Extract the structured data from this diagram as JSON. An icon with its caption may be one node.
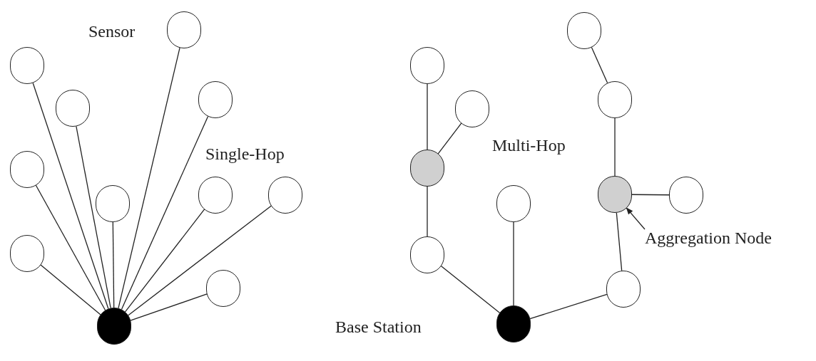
{
  "diagram": {
    "nodes": [
      {
        "text": [],
        "shape": "circle"
      },
      {
        "text": [],
        "shape": "circle"
      },
      {
        "text": [],
        "shape": "circle"
      },
      {
        "text": [],
        "shape": "circle"
      },
      {
        "text": [],
        "shape": "circle"
      },
      {
        "text": [],
        "shape": "circle"
      },
      {
        "text": [],
        "shape": "circle"
      },
      {
        "text": [],
        "shape": "circle"
      },
      {
        "text": [],
        "shape": "circle"
      },
      {
        "text": [],
        "shape": "circle"
      },
      {
        "text": [],
        "shape": "circle"
      },
      {
        "text": [],
        "shape": "circle"
      },
      {
        "text": [],
        "shape": "circle"
      },
      {
        "text": [],
        "shape": "circle"
      },
      {
        "text": [],
        "shape": "circle"
      },
      {
        "text": [],
        "shape": "circle"
      },
      {
        "text": [],
        "shape": "circle"
      },
      {
        "text": [],
        "shape": "circle"
      },
      {
        "text": [],
        "shape": "circle"
      },
      {
        "text": [],
        "shape": "circle"
      },
      {
        "text": [],
        "shape": "circle"
      },
      {
        "text": [],
        "shape": "circle"
      },
      {
        "text": [
          "Aggregation Node"
        ]
      }
    ],
    "edges": [
      {
        "from": 0,
        "to": 1,
        "arrow": "none"
      },
      {
        "from": 0,
        "to": 2,
        "arrow": "none"
      },
      {
        "from": 0,
        "to": 3,
        "arrow": "none"
      },
      {
        "from": 0,
        "to": 4,
        "arrow": "none"
      },
      {
        "from": 0,
        "to": 5,
        "arrow": "none"
      },
      {
        "from": 0,
        "to": 6,
        "arrow": "none"
      },
      {
        "from": 0,
        "to": 7,
        "arrow": "none"
      },
      {
        "from": 0,
        "to": 8,
        "arrow": "none"
      },
      {
        "from": 0,
        "to": 9,
        "arrow": "none"
      },
      {
        "from": 0,
        "to": 10,
        "arrow": "none"
      },
      {
        "from": 12,
        "to": 15,
        "arrow": "none"
      },
      {
        "from": 13,
        "to": 15,
        "arrow": "none"
      },
      {
        "from": 15,
        "to": 19,
        "arrow": "none"
      },
      {
        "from": 19,
        "to": 21,
        "arrow": "none"
      },
      {
        "from": 16,
        "to": 21,
        "arrow": "none"
      },
      {
        "from": 21,
        "to": 20,
        "arrow": "none"
      },
      {
        "from": 20,
        "to": 17,
        "arrow": "none"
      },
      {
        "from": 17,
        "to": 18,
        "arrow": "none"
      },
      {
        "from": 17,
        "to": 14,
        "arrow": "none"
      },
      {
        "from": 14,
        "to": 11,
        "arrow": "none"
      },
      {
        "from": 22,
        "to": 17,
        "arrow": "to"
      }
    ],
    "labels": [
      "Sensor",
      "Single-Hop",
      "Multi-Hop",
      "Base Station"
    ]
  }
}
